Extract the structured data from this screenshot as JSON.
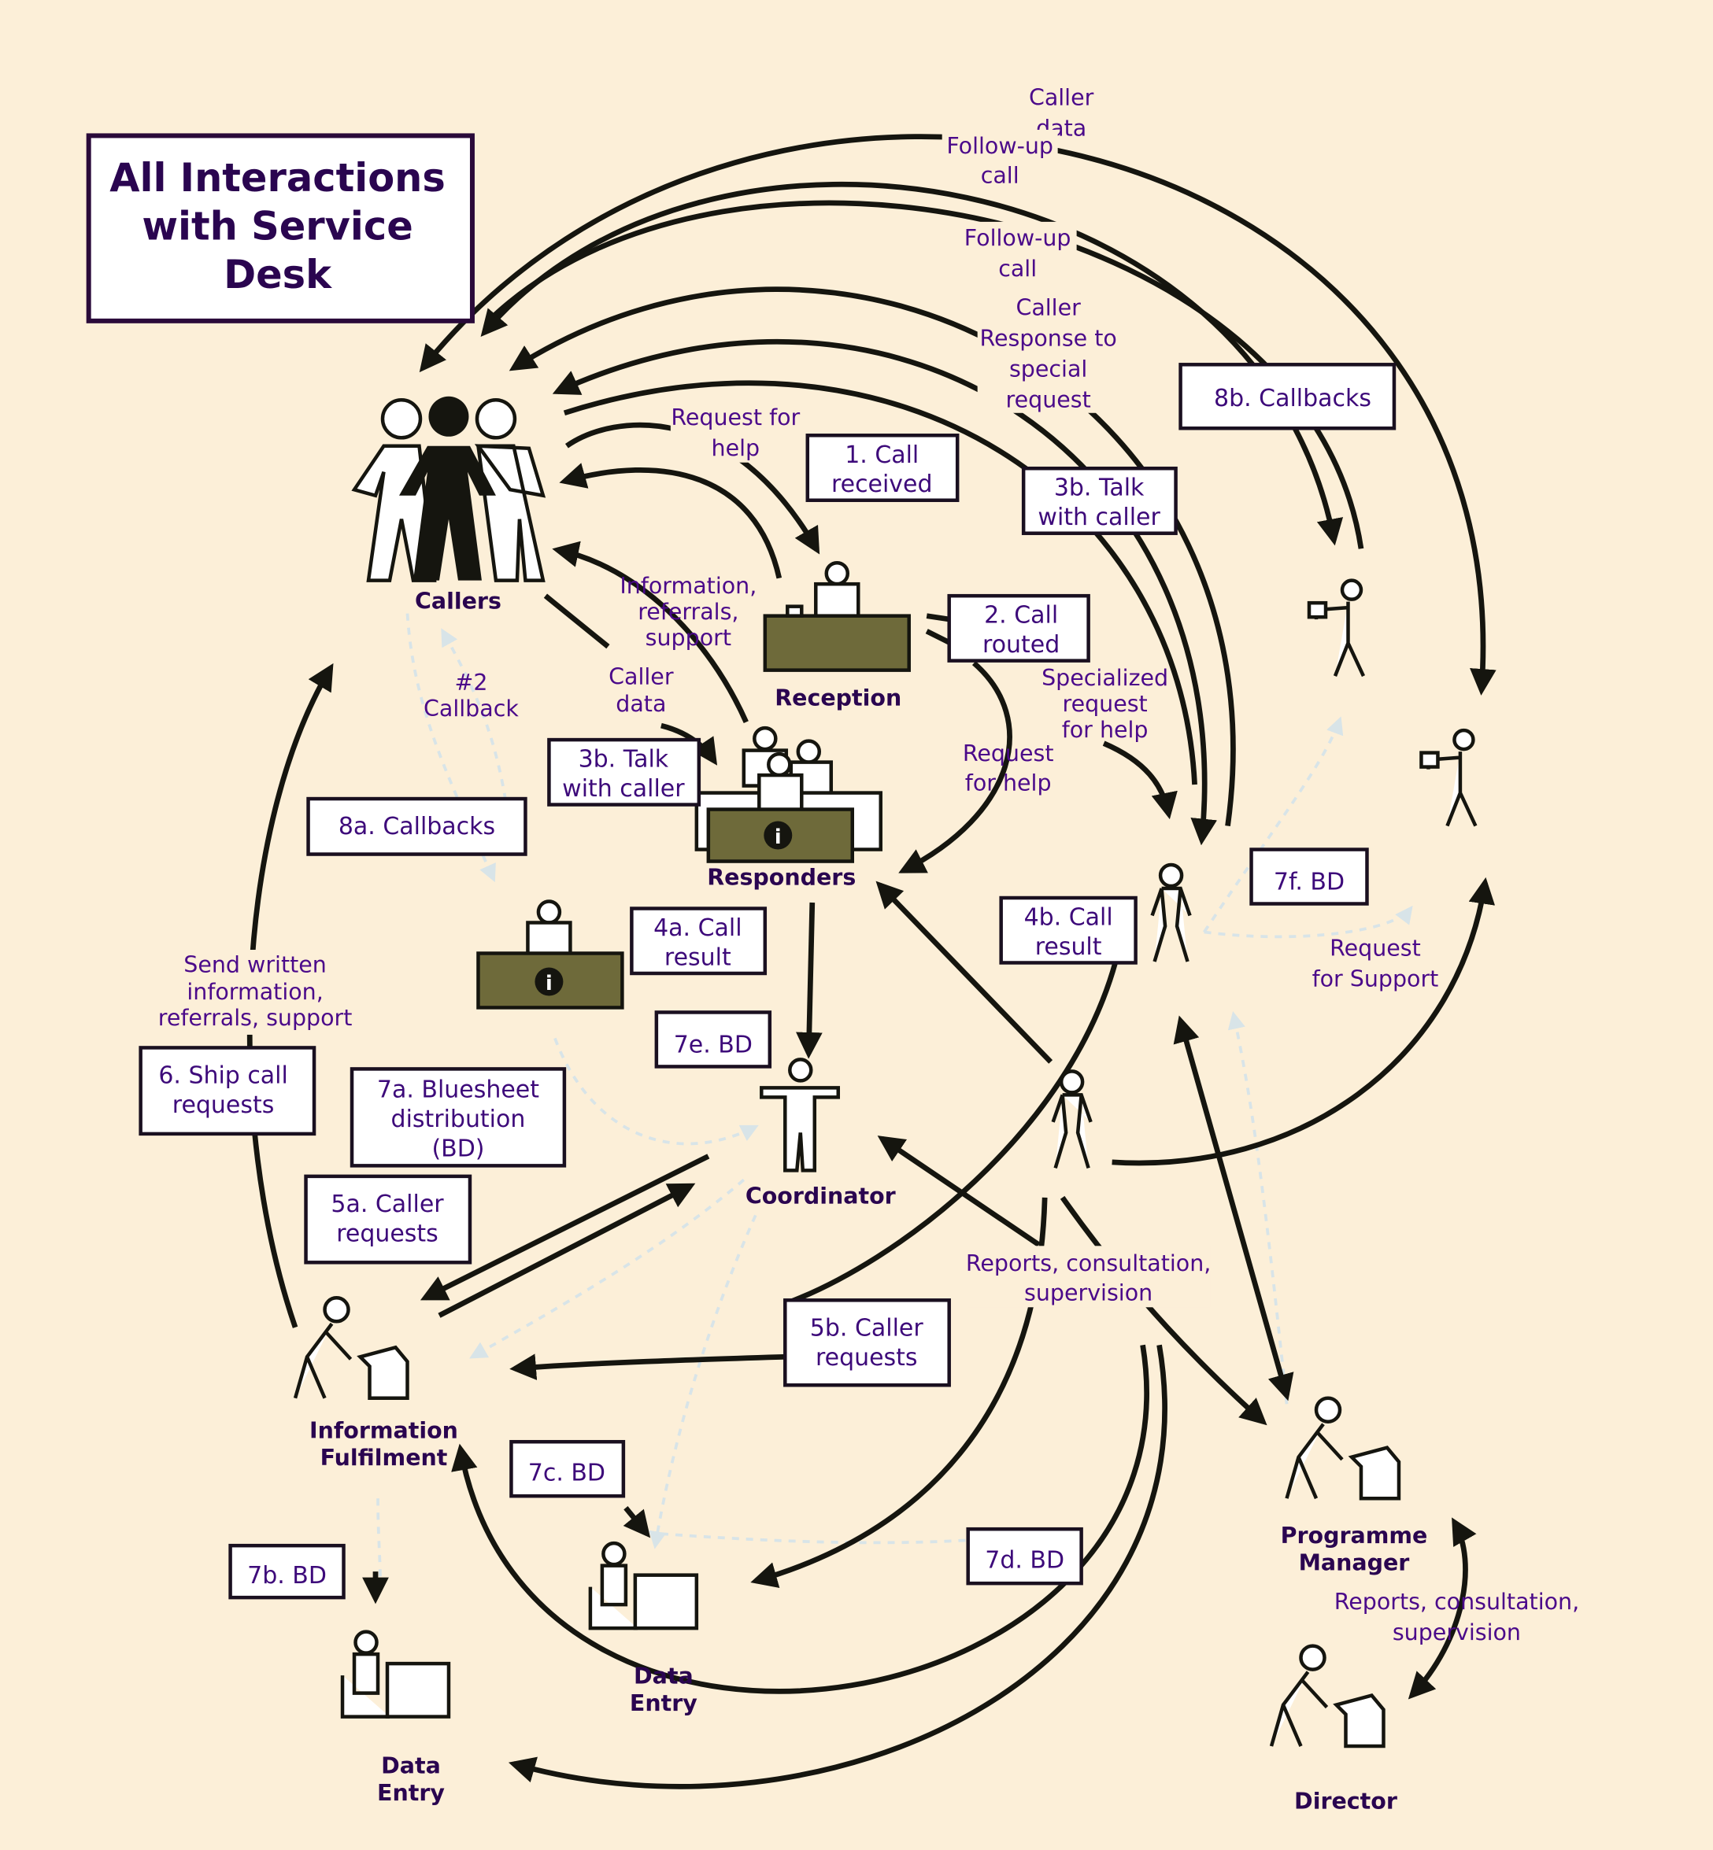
{
  "title": [
    "All Interactions",
    "with Service",
    "Desk"
  ],
  "colors": {
    "background": "#fcefd8",
    "label_text": "#4b0a8a",
    "actor_text": "#2a0550",
    "desk": "#6e6a3a",
    "arrow": "#15150f"
  },
  "actors": {
    "callers": "Callers",
    "reception": "Reception",
    "responders": "Responders",
    "coordinator": "Coordinator",
    "info_fulfilment": [
      "Information",
      "Fulfilment"
    ],
    "data_entry_1": [
      "Data",
      "Entry"
    ],
    "data_entry_2": [
      "Data",
      "Entry"
    ],
    "programme_manager": [
      "Programme",
      "Manager"
    ],
    "director": "Director"
  },
  "boxes": {
    "call_received": [
      "1. Call",
      "received"
    ],
    "call_routed": [
      "2. Call",
      "routed"
    ],
    "talk_caller_right": [
      "3b. Talk",
      "with caller"
    ],
    "talk_caller_left": [
      "3b. Talk",
      "with caller"
    ],
    "call_result_4a": [
      "4a. Call",
      "result"
    ],
    "call_result_4b": [
      "4b. Call",
      "result"
    ],
    "caller_requests_5a": [
      "5a. Caller",
      "requests"
    ],
    "caller_requests_5b": [
      "5b. Caller",
      "requests"
    ],
    "ship_call_requests": [
      "6. Ship call",
      "requests"
    ],
    "bluesheet": [
      "7a. Bluesheet",
      "distribution",
      "(BD)"
    ],
    "bd_7b": "7b. BD",
    "bd_7c": "7c. BD",
    "bd_7d": "7d. BD",
    "bd_7e": "7e. BD",
    "bd_7f": "7f. BD",
    "callbacks_8a": "8a. Callbacks",
    "callbacks_8b": "8b. Callbacks"
  },
  "labels": {
    "caller_data_top": [
      "Caller",
      "data"
    ],
    "follow_up_1": [
      "Follow-up",
      "call"
    ],
    "follow_up_2": [
      "Follow-up",
      "call"
    ],
    "caller_response": [
      "Caller",
      "Response to",
      "special",
      "request"
    ],
    "request_for_help_top": [
      "Request for",
      "help"
    ],
    "info_referrals": [
      "Information,",
      "referrals,",
      "support"
    ],
    "caller_data_mid": [
      "Caller",
      "data"
    ],
    "callback_2": [
      "#2",
      "Callback"
    ],
    "specialized_request": [
      "Specialized",
      "request",
      "for help"
    ],
    "request_for_help_mid": [
      "Request",
      "for help"
    ],
    "request_for_support": [
      "Request",
      "for Support"
    ],
    "send_written": [
      "Send written",
      "information,",
      "referrals, support"
    ],
    "reports_1": [
      "Reports, consultation,",
      "supervision"
    ],
    "reports_2": [
      "Reports, consultation,",
      "supervision"
    ]
  },
  "icons": {
    "info_desk_icon": "i"
  }
}
